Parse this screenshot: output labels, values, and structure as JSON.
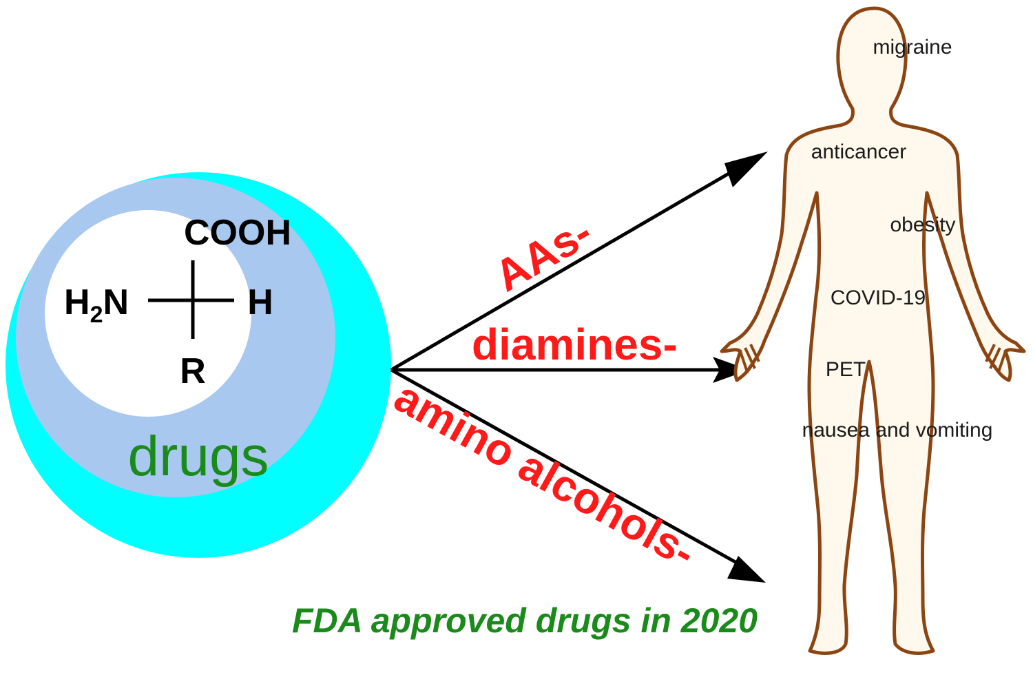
{
  "colors": {
    "outer_circle": "#00FFFF",
    "middle_circle": "#A8C8F0",
    "inner_circle": "#FFFFFF",
    "drugs_text": "#1A8A1A",
    "route_labels": "#FF1A1A",
    "arrows": "#000000",
    "body_fill": "#FFF8EC",
    "body_outline": "#8B4513",
    "footer_text": "#1A8A1A"
  },
  "molecule": {
    "top_group": "COOH",
    "left_group_prefix": "H",
    "left_group_subscript": "2",
    "left_group_suffix": "N",
    "right_group": "H",
    "bottom_group": "R"
  },
  "circle_label": "drugs",
  "routes": [
    {
      "label": "AAs-",
      "icon": "arrow-up-right"
    },
    {
      "label": "diamines-",
      "icon": "arrow-right"
    },
    {
      "label": "amino alcohols-",
      "icon": "arrow-down-right"
    }
  ],
  "indications": {
    "migraine": "migraine",
    "anticancer": "anticancer",
    "obesity": "obesity",
    "covid": "COVID-19",
    "pet": "PET",
    "nausea": "nausea and vomiting"
  },
  "footer": "FDA approved drugs in 2020"
}
